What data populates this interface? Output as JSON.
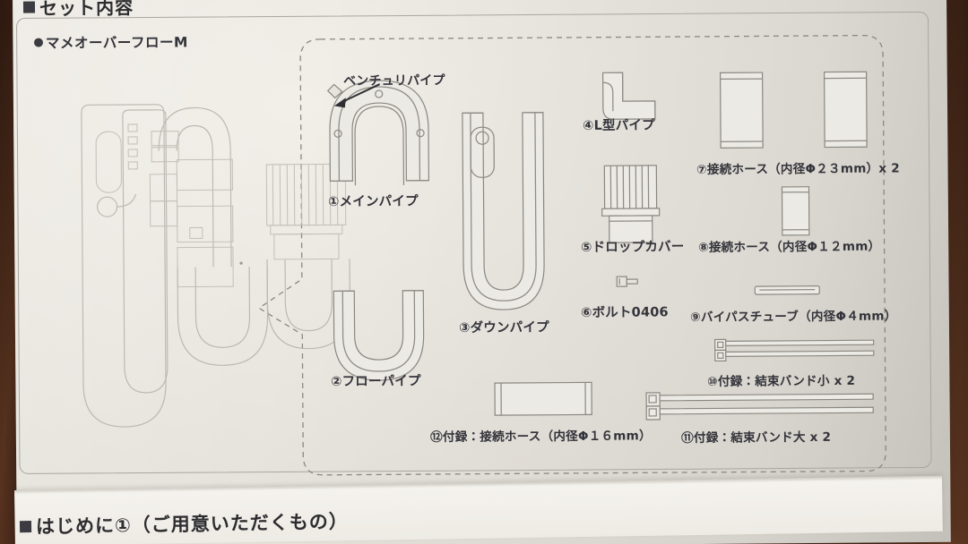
{
  "page": {
    "heading_top": "セット内容",
    "heading_bottom": "はじめに①（ご用意いただくもの）",
    "product_title": "マメオーバーフローM"
  },
  "colors": {
    "paper": "#e9e6df",
    "ink": "#33333a",
    "line": "#8e8b86",
    "desk": "#5a3420"
  },
  "callout": {
    "venturi_label": "ベンチュリパイプ"
  },
  "parts": [
    {
      "id": "1",
      "number": "①",
      "label": "①メインパイプ",
      "name": "main-pipe"
    },
    {
      "id": "2",
      "number": "②",
      "label": "②フローパイプ",
      "name": "flow-pipe"
    },
    {
      "id": "3",
      "number": "③",
      "label": "③ダウンパイプ",
      "name": "down-pipe"
    },
    {
      "id": "4",
      "number": "④",
      "label": "④L型パイプ",
      "name": "l-shaped-pipe"
    },
    {
      "id": "5",
      "number": "⑤",
      "label": "⑤ドロップカバー",
      "name": "drop-cover"
    },
    {
      "id": "6",
      "number": "⑥",
      "label": "⑥ボルト0406",
      "name": "bolt-0406"
    },
    {
      "id": "7",
      "number": "⑦",
      "label": "⑦接続ホース（内径Φ２３mm）x 2",
      "name": "connection-hose-23mm"
    },
    {
      "id": "8",
      "number": "⑧",
      "label": "⑧接続ホース（内径Φ１２mm）",
      "name": "connection-hose-12mm"
    },
    {
      "id": "9",
      "number": "⑨",
      "label": "⑨バイパスチューブ（内径Φ４mm）",
      "name": "bypass-tube-4mm"
    },
    {
      "id": "10",
      "number": "⑩",
      "label": "⑩付録：結束バンド小 x 2",
      "name": "cable-tie-small"
    },
    {
      "id": "11",
      "number": "⑪",
      "label": "⑪付録：結束バンド大 x 2",
      "name": "cable-tie-large"
    },
    {
      "id": "12",
      "number": "⑫",
      "label": "⑫付録：接続ホース（内径Φ１６mm）",
      "name": "connection-hose-16mm"
    }
  ]
}
